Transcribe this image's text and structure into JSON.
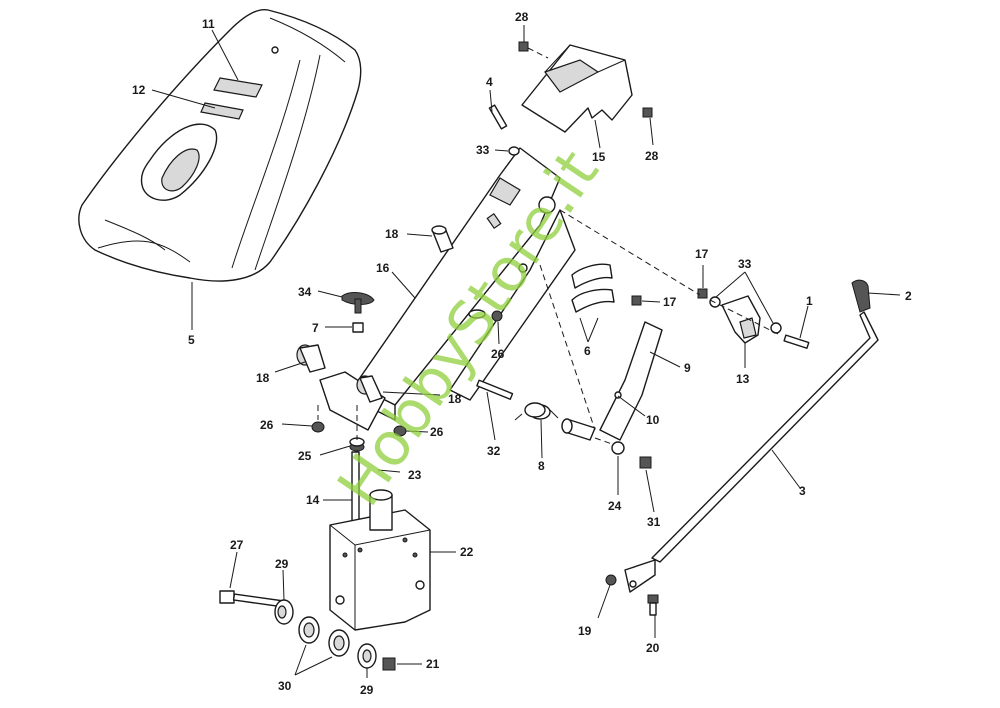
{
  "watermark": "HobbyStore.it",
  "callouts": [
    "1",
    "2",
    "3",
    "4",
    "5",
    "6",
    "7",
    "8",
    "9",
    "10",
    "11",
    "12",
    "13",
    "14",
    "15",
    "16",
    "17",
    "17",
    "18",
    "18",
    "18",
    "19",
    "20",
    "21",
    "22",
    "23",
    "24",
    "25",
    "26",
    "26",
    "26",
    "27",
    "28",
    "28",
    "29",
    "29",
    "30",
    "31",
    "32",
    "33",
    "33",
    "34"
  ]
}
